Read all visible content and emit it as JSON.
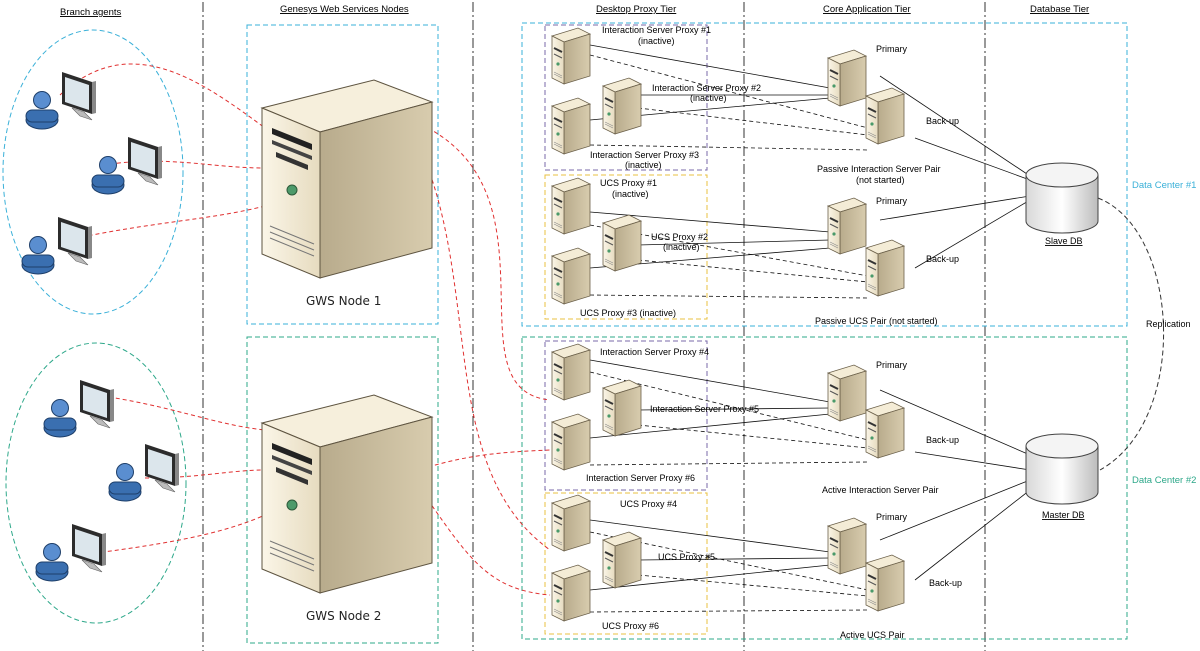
{
  "columns": {
    "branch_agents": "Branch agents",
    "gws_nodes": "Genesys Web Services Nodes",
    "desktop_proxy": "Desktop Proxy Tier",
    "core_app": "Core Application Tier",
    "database": "Database Tier"
  },
  "gws": {
    "node1": "GWS Node 1",
    "node2": "GWS Node 2"
  },
  "dc1": {
    "label": "Data Center #1",
    "isp1_line1": "Interaction Server Proxy #1",
    "isp1_line2": "(inactive)",
    "isp2_line1": "Interaction Server Proxy #2",
    "isp2_line2": "(inactive)",
    "isp3_line1": "Interaction Server Proxy #3",
    "isp3_line2": "(inactive)",
    "ucs1_line1": "UCS Proxy #1",
    "ucs1_line2": "(inactive)",
    "ucs2_line1": "UCS Proxy #2",
    "ucs2_line2": "(inactive)",
    "ucs3": "UCS Proxy #3 (inactive)",
    "is_primary": "Primary",
    "is_backup": "Back-up",
    "is_pair_line1": "Passive Interaction Server Pair",
    "is_pair_line2": "(not started)",
    "ucs_primary": "Primary",
    "ucs_backup": "Back-up",
    "ucs_pair": "Passive UCS Pair (not started)",
    "db": "Slave DB"
  },
  "dc2": {
    "label": "Data Center #2",
    "isp4": "Interaction Server Proxy #4",
    "isp5": "Interaction Server Proxy #5",
    "isp6": "Interaction Server Proxy #6",
    "ucs4": "UCS Proxy #4",
    "ucs5": "UCS Proxy #5",
    "ucs6": "UCS Proxy #6",
    "is_primary": "Primary",
    "is_backup": "Back-up",
    "is_pair": "Active Interaction Server Pair",
    "ucs_primary": "Primary",
    "ucs_backup": "Back-up",
    "ucs_pair": "Active UCS Pair",
    "db": "Master DB"
  },
  "replication": "Replication",
  "colors": {
    "red_link": "#e03030",
    "blue_group": "#3ab0d8",
    "teal_group": "#2ea88a",
    "purple_group": "#7a6aaa",
    "yellow_group": "#e8c040",
    "server_body": "#e8dcc0",
    "agent_blue": "#3a6fb0"
  }
}
